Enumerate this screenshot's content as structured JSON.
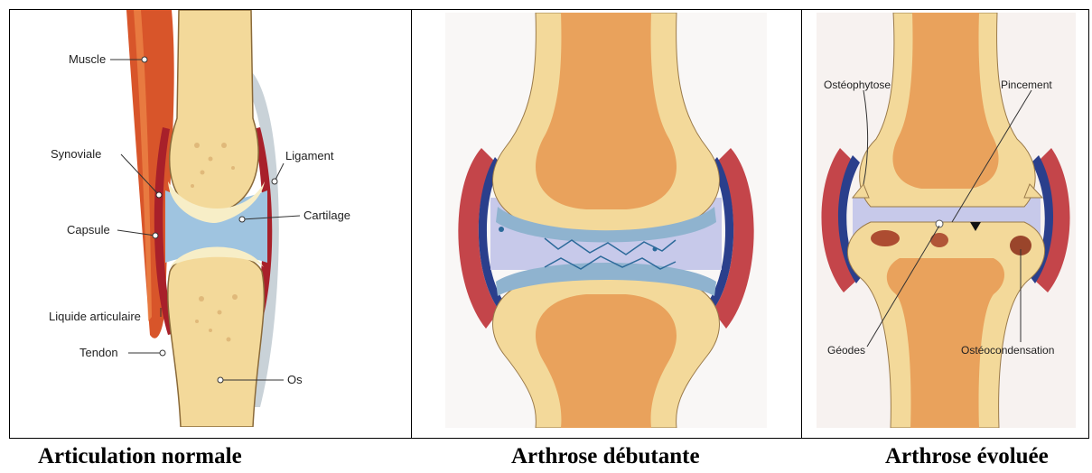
{
  "panels": [
    {
      "caption": "Articulation normale",
      "labels": {
        "muscle": "Muscle",
        "synoviale": "Synoviale",
        "capsule": "Capsule",
        "liquide": "Liquide articulaire",
        "tendon": "Tendon",
        "ligament": "Ligament",
        "cartilage": "Cartilage",
        "os": "Os"
      }
    },
    {
      "caption": "Arthrose débutante"
    },
    {
      "caption": "Arthrose évoluée",
      "labels": {
        "osteophytose": "Ostéophytose",
        "pincement": "Pincement",
        "geodes": "Géodes",
        "osteocondensation": "Ostéocondensation"
      }
    }
  ],
  "colors": {
    "bone_outer": "#f3d99a",
    "bone_inner": "#e9a25c",
    "cartilage": "#9fc4e0",
    "synovial_fluid": "#c7c9ea",
    "capsule_red": "#b8353c",
    "capsule_blue": "#2a3f8c",
    "muscle": "#d8552a"
  }
}
